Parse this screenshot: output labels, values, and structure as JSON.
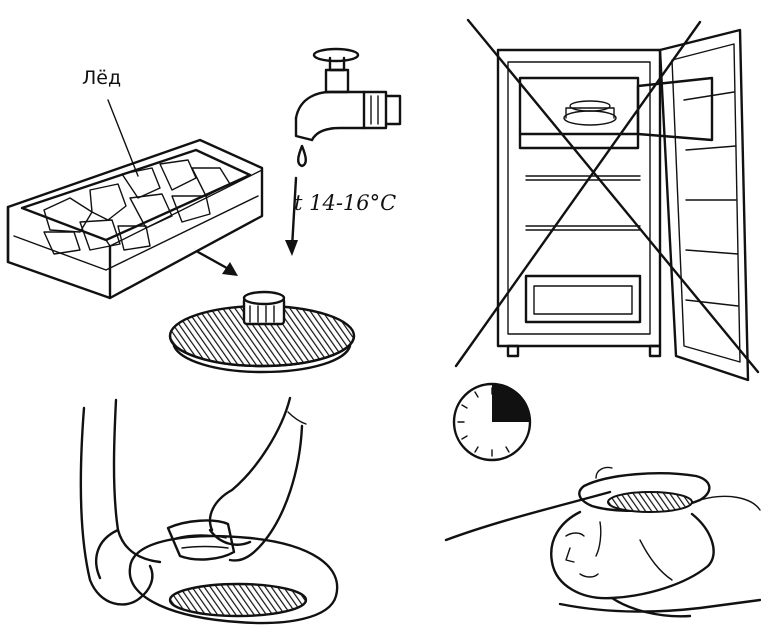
{
  "labels": {
    "ice": "Лёд",
    "temperature": "t 14-16°C"
  },
  "timer": {
    "filled_fraction": 0.25
  },
  "colors": {
    "ink": "#111111",
    "paper": "#ffffff"
  },
  "icons": [
    "ice-tray-icon",
    "water-tap-icon",
    "ice-pack-icon",
    "refrigerator-icon",
    "cross-out-icon",
    "timer-icon",
    "towel-icon",
    "person-icon"
  ]
}
